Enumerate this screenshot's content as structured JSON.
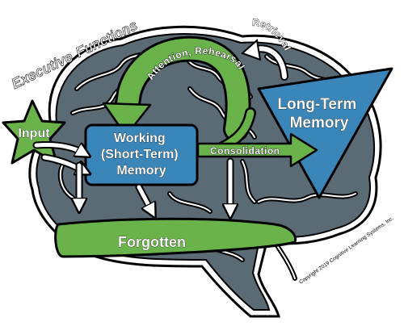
{
  "title": "Executive Functions",
  "nodes": {
    "input": "Input",
    "working_memory": [
      "Working",
      "(Short-Term)",
      "Memory"
    ],
    "long_term_memory": [
      "Long-Term",
      "Memory"
    ],
    "forgotten": "Forgotten"
  },
  "arrows": {
    "attention_rehearsal": "Attention, Rehearsal",
    "retrieval": "Retrieval",
    "consolidation": "Consolidation"
  },
  "copyright": "Copyright 2019 Cognitive Learning Systems, Inc.",
  "colors": {
    "brain_fill": "#5b6b76",
    "brain_outline": "#000000",
    "brain_highlight": "#ffffff",
    "green": "#6ab34b",
    "blue": "#3a86b9",
    "text_outline": "#000000"
  }
}
